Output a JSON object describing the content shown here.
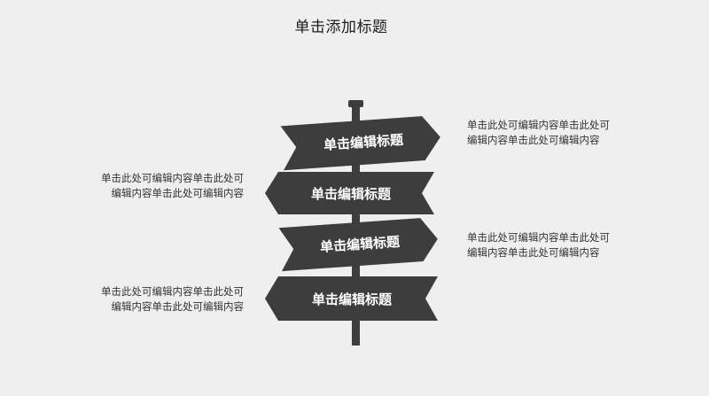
{
  "title": "单击添加标题",
  "signs": [
    {
      "label": "单击编辑标题",
      "direction": "right"
    },
    {
      "label": "单击编辑标题",
      "direction": "left"
    },
    {
      "label": "单击编辑标题",
      "direction": "right"
    },
    {
      "label": "单击编辑标题",
      "direction": "left"
    }
  ],
  "descriptions": [
    {
      "side": "right",
      "text": "单击此处可编辑内容单击此处可编辑内容单击此处可编辑内容"
    },
    {
      "side": "left",
      "text": "单击此处可编辑内容单击此处可编辑内容单击此处可编辑内容"
    },
    {
      "side": "right",
      "text": "单击此处可编辑内容单击此处可编辑内容单击此处可编辑内容"
    },
    {
      "side": "left",
      "text": "单击此处可编辑内容单击此处可编辑内容单击此处可编辑内容"
    }
  ],
  "colors": {
    "background": "#efefef",
    "sign_fill": "#3d3d3d",
    "sign_text": "#ffffff"
  }
}
